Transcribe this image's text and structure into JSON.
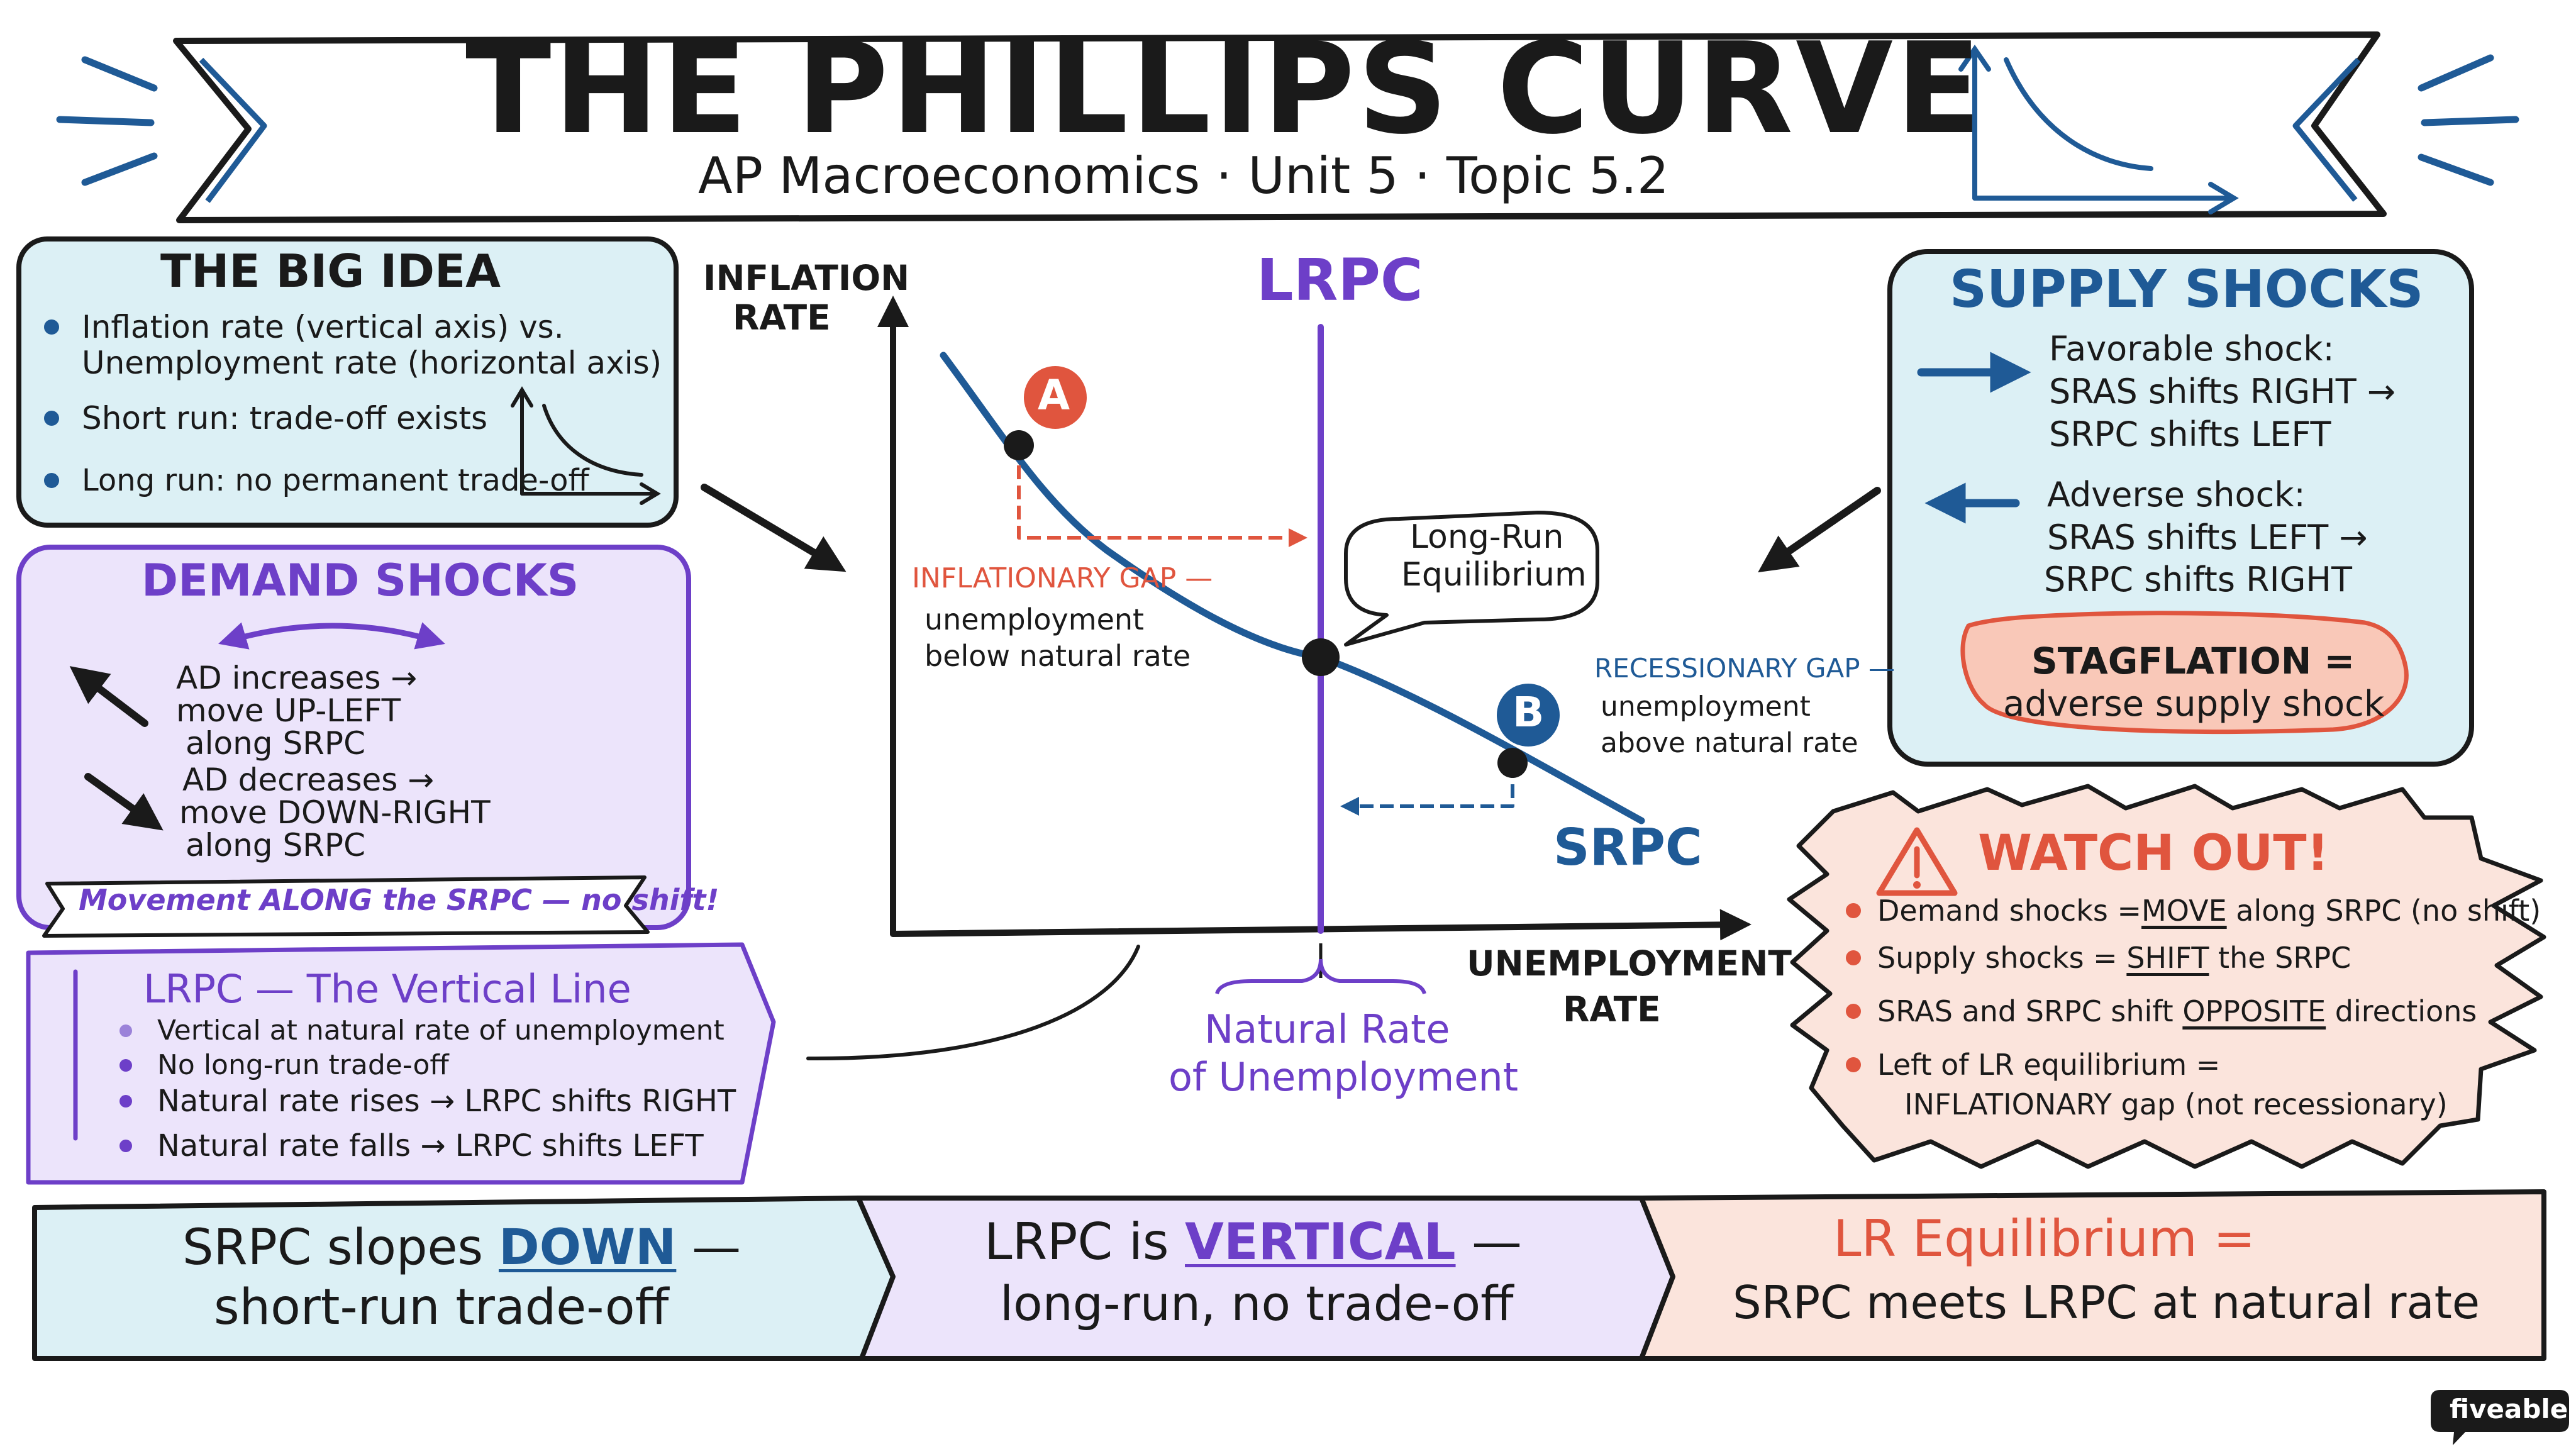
{
  "colors": {
    "navy": "#1f5a96",
    "purple": "#6d3fc8",
    "red": "#e0553e",
    "light_blue": "#dcf0f5",
    "lavender": "#ece4fb",
    "peach": "#fbe4dc",
    "ink": "#1a1a1a"
  },
  "header": {
    "title": "THE PHILLIPS CURVE",
    "subtitle": "AP Macroeconomics · Unit 5 · Topic 5.2",
    "icon": "mini-phillips-curve-icon"
  },
  "big_idea": {
    "title": "THE BIG IDEA",
    "bullet1_line1": "Inflation rate (vertical axis) vs.",
    "bullet1_line2": "Unemployment rate (horizontal axis)",
    "bullet2": "Short run: trade-off exists",
    "bullet3": "Long run: no permanent trade-off",
    "icon": "mini-curve-icon"
  },
  "demand_shocks": {
    "title": "DEMAND SHOCKS",
    "increase_line1": "AD increases →",
    "increase_line2": "move UP-LEFT",
    "increase_line3": "along SRPC",
    "decrease_line1": "AD decreases →",
    "decrease_line2": "move DOWN-RIGHT",
    "decrease_line3": "along SRPC",
    "banner": "Movement ALONG the SRPC — no shift!"
  },
  "lrpc_box": {
    "title": "LRPC — The Vertical Line",
    "items": [
      "Vertical at natural rate of unemployment",
      "No long-run trade-off",
      "Natural rate rises → LRPC shifts RIGHT",
      "Natural rate falls → LRPC shifts LEFT"
    ]
  },
  "graph": {
    "y_axis_label_line1": "INFLATION",
    "y_axis_label_line2": "RATE",
    "x_axis_label_line1": "UNEMPLOYMENT",
    "x_axis_label_line2": "RATE",
    "lrpc_label": "LRPC",
    "srpc_label": "SRPC",
    "point_a": "A",
    "point_b": "B",
    "equilibrium_bubble_line1": "Long-Run",
    "equilibrium_bubble_line2": "Equilibrium",
    "inflationary_gap_title": "INFLATIONARY GAP —",
    "inflationary_gap_line2": "unemployment",
    "inflationary_gap_line3": "below natural rate",
    "recessionary_gap_title": "RECESSIONARY GAP —",
    "recessionary_gap_line2": "unemployment",
    "recessionary_gap_line3": "above natural rate",
    "natural_rate_line1": "Natural Rate",
    "natural_rate_line2": "of Unemployment"
  },
  "supply_shocks": {
    "title": "SUPPLY SHOCKS",
    "favorable_line1": "Favorable shock:",
    "favorable_line2": "SRAS shifts RIGHT →",
    "favorable_line3": "SRPC shifts LEFT",
    "adverse_line1": "Adverse shock:",
    "adverse_line2": "SRAS shifts LEFT →",
    "adverse_line3": "SRPC shifts RIGHT",
    "stagflation_line1": "STAGFLATION =",
    "stagflation_line2": "adverse supply shock"
  },
  "watch_out": {
    "title": "WATCH OUT!",
    "item1_pre": "Demand shocks = ",
    "item1_em": "MOVE",
    "item1_post": " along SRPC (no shift)",
    "item2_pre": "Supply shocks = ",
    "item2_em": "SHIFT",
    "item2_post": " the SRPC",
    "item3_pre": "SRAS and SRPC shift ",
    "item3_em": "OPPOSITE",
    "item3_post": " directions",
    "item4_line1": "Left of LR equilibrium =",
    "item4_line2": "INFLATIONARY gap (not recessionary)"
  },
  "bottom": {
    "box1_pre": "SRPC slopes ",
    "box1_em": "DOWN",
    "box1_post": " —",
    "box1_line2": "short-run trade-off",
    "box2_pre": "LRPC is ",
    "box2_em": "VERTICAL",
    "box2_post": " —",
    "box2_line2": "long-run, no trade-off",
    "box3_line1": "LR Equilibrium =",
    "box3_line2": "SRPC meets LRPC at natural rate"
  },
  "brand": "fiveable"
}
